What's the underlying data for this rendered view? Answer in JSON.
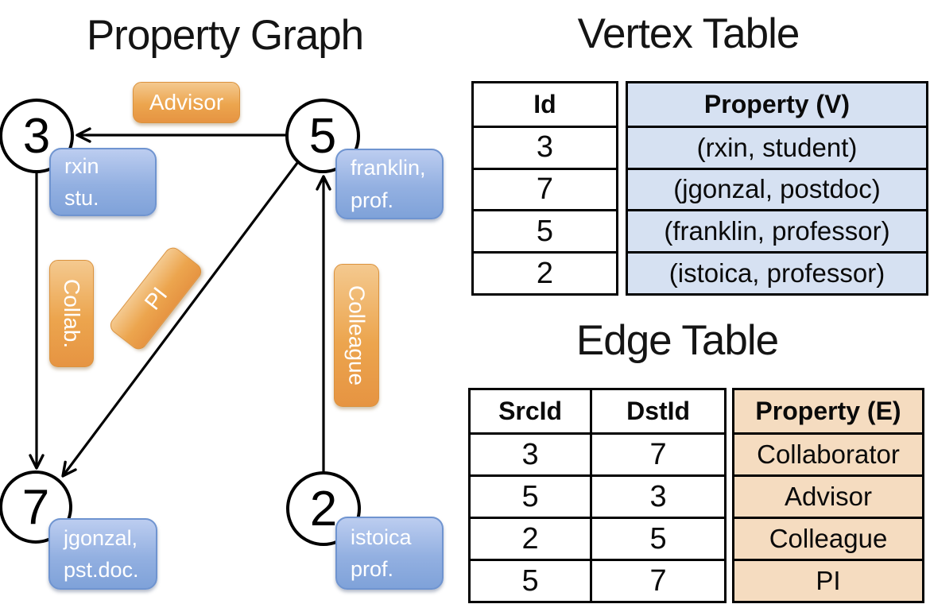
{
  "graph": {
    "title": "Property Graph",
    "nodes": [
      {
        "id": "3"
      },
      {
        "id": "5"
      },
      {
        "id": "7"
      },
      {
        "id": "2"
      }
    ],
    "vertex_labels": [
      {
        "line1": "rxin",
        "line2": "stu."
      },
      {
        "line1": "franklin,",
        "line2": "prof."
      },
      {
        "line1": "jgonzal,",
        "line2": "pst.doc."
      },
      {
        "line1": "istoica",
        "line2": "prof."
      }
    ],
    "edge_labels": [
      {
        "text": "Advisor",
        "from": "5",
        "to": "3"
      },
      {
        "text": "Collab.",
        "from": "3",
        "to": "7"
      },
      {
        "text": "PI",
        "from": "5",
        "to": "7"
      },
      {
        "text": "Colleague",
        "from": "2",
        "to": "5"
      }
    ]
  },
  "vertex_table": {
    "title": "Vertex Table",
    "columns": [
      "Id",
      "Property (V)"
    ],
    "rows": [
      {
        "id": "3",
        "property": "(rxin, student)"
      },
      {
        "id": "7",
        "property": "(jgonzal, postdoc)"
      },
      {
        "id": "5",
        "property": "(franklin, professor)"
      },
      {
        "id": "2",
        "property": "(istoica, professor)"
      }
    ]
  },
  "edge_table": {
    "title": "Edge Table",
    "columns": [
      "SrcId",
      "DstId",
      "Property (E)"
    ],
    "rows": [
      {
        "src": "3",
        "dst": "7",
        "property": "Collaborator"
      },
      {
        "src": "5",
        "dst": "3",
        "property": "Advisor"
      },
      {
        "src": "2",
        "dst": "5",
        "property": "Colleague"
      },
      {
        "src": "5",
        "dst": "7",
        "property": "PI"
      }
    ]
  },
  "colors": {
    "edge_label_orange": "#ECA54E",
    "vertex_label_blue": "#8FADDE",
    "vertex_property_fill": "#D6E1F2",
    "edge_property_fill": "#F5DCC0",
    "line_black": "#000000"
  }
}
